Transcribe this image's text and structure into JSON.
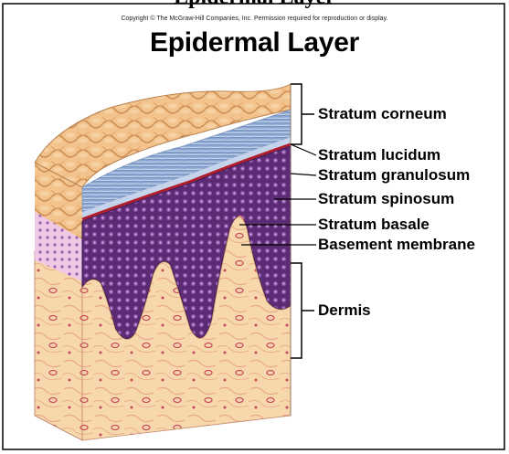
{
  "header": {
    "top_heading": "Epidermal Layer",
    "copyright": "Copyright © The McGraw-Hill Companies, Inc. Permission required for reproduction or display.",
    "title": "Epidermal Layer"
  },
  "labels": [
    {
      "id": "stratum-corneum",
      "text": "Stratum corneum"
    },
    {
      "id": "stratum-lucidum",
      "text": "Stratum lucidum"
    },
    {
      "id": "stratum-granulosum",
      "text": "Stratum granulosum"
    },
    {
      "id": "stratum-spinosum",
      "text": "Stratum spinosum"
    },
    {
      "id": "stratum-basale",
      "text": "Stratum basale"
    },
    {
      "id": "basement-membrane",
      "text": "Basement membrane"
    },
    {
      "id": "dermis",
      "text": "Dermis"
    }
  ],
  "colors": {
    "corneum": "#f2c08a",
    "lucidum": "#9ab3d6",
    "granulosum": "#5a2a6e",
    "spinosum": "#7b3c8c",
    "basale": "#3b1a58",
    "membrane": "#b31c2a",
    "dermis": "#f6d3a6",
    "dermis_cells": "#c8495a"
  }
}
